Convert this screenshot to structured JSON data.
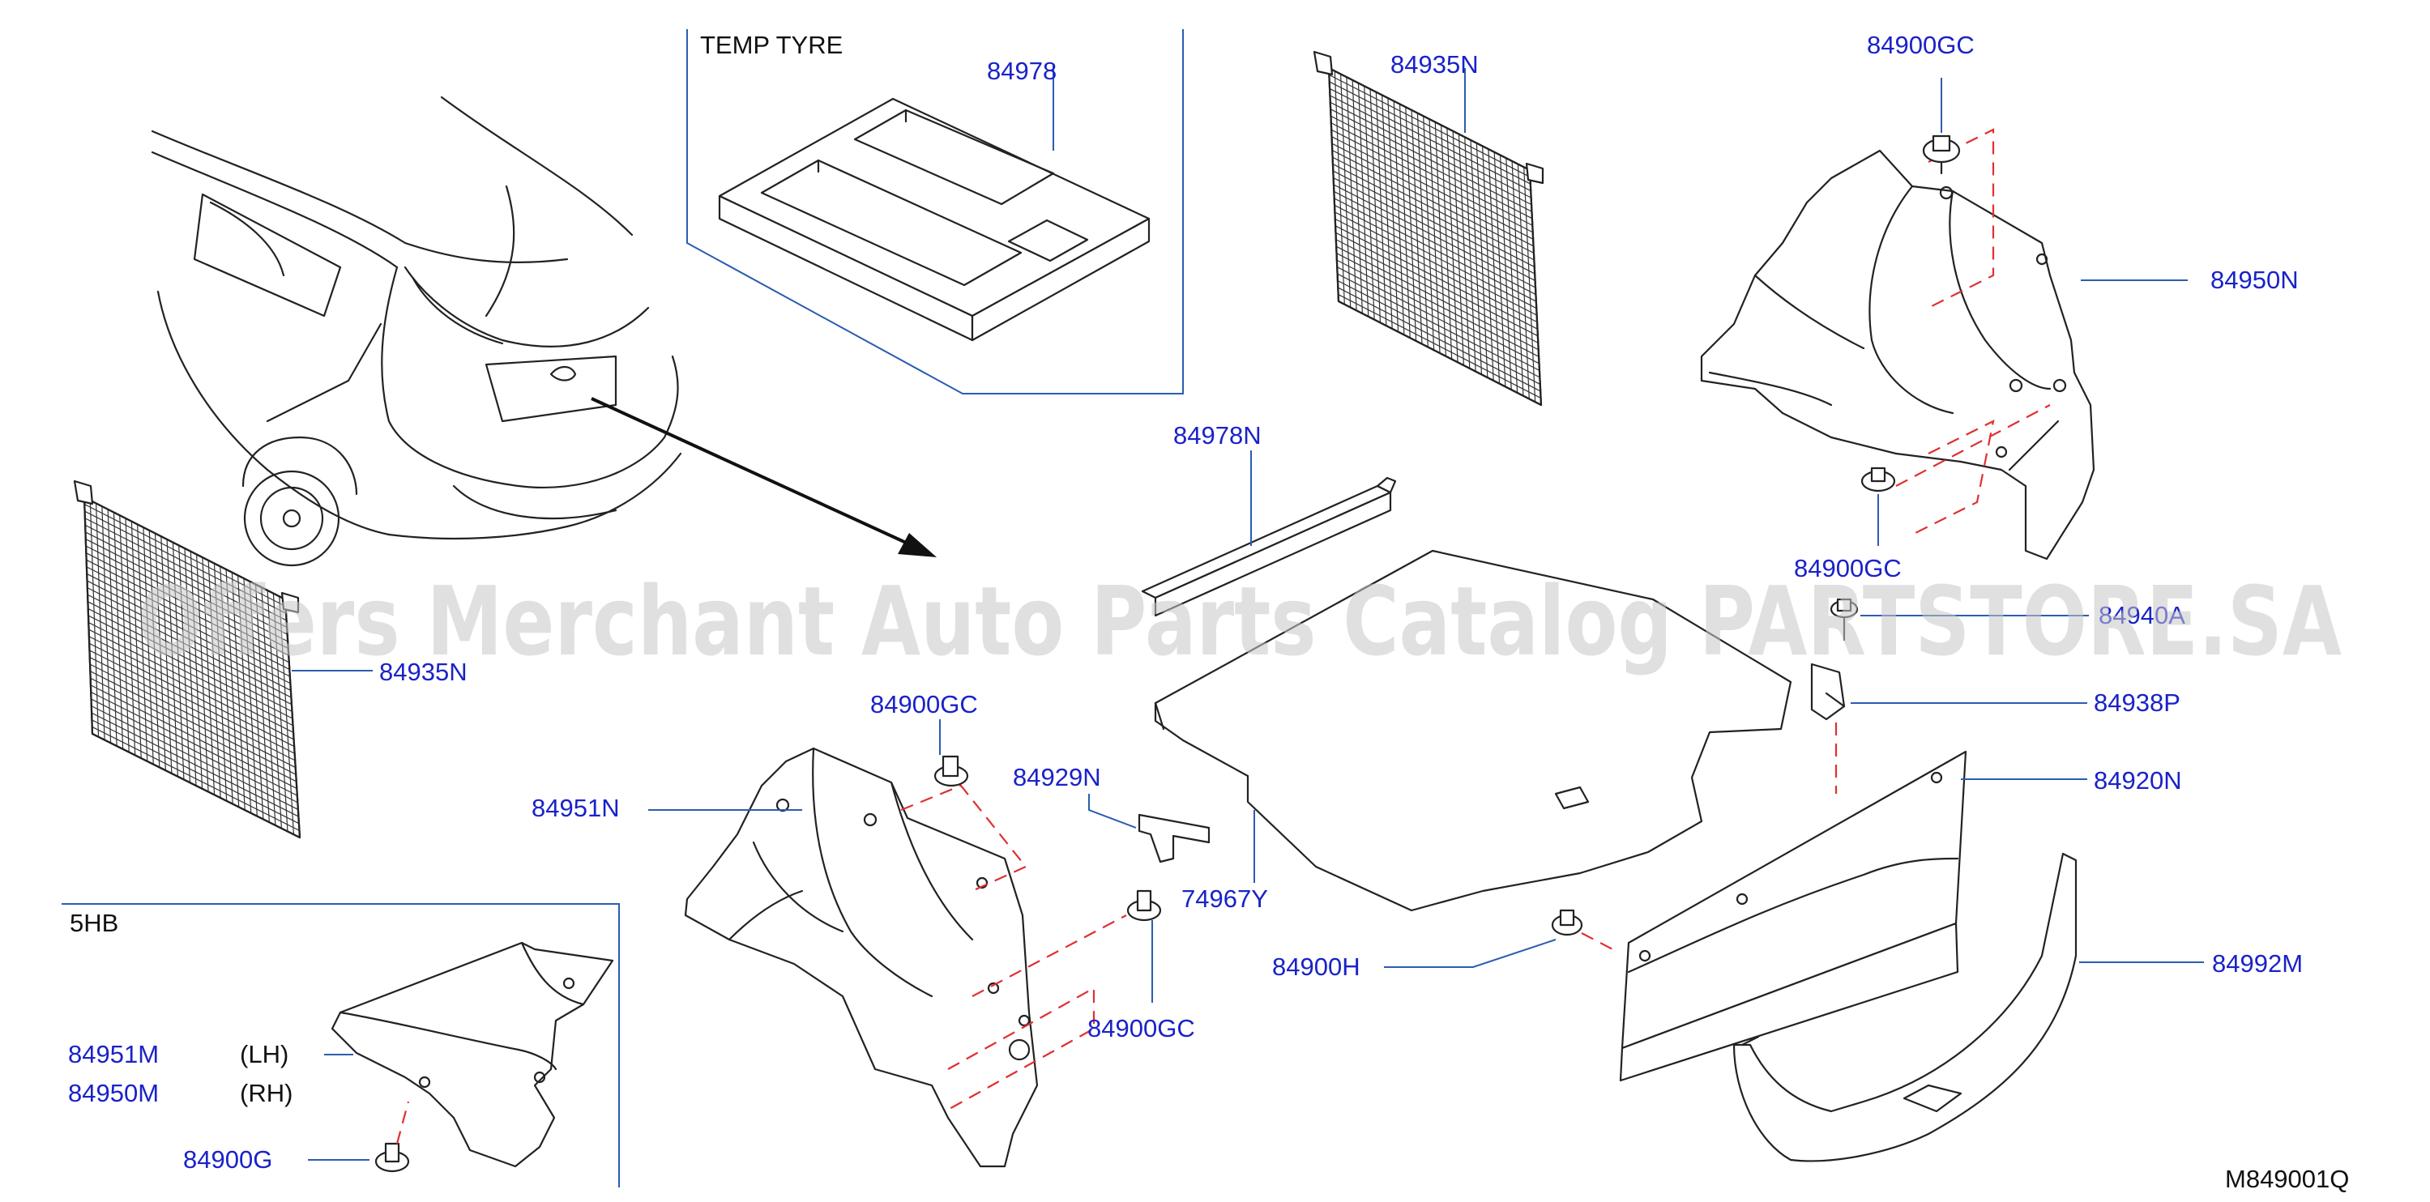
{
  "watermark": "Offers Merchant Auto Parts Catalog PARTSTORE.SA",
  "diagram_id": "M849001Q",
  "boxes": {
    "temp_tyre": "TEMP   TYRE",
    "five_hb": "5HB"
  },
  "parts": [
    {
      "id": "84978",
      "label": "84978"
    },
    {
      "id": "84935N-top",
      "label": "84935N"
    },
    {
      "id": "84900GC-top",
      "label": "84900GC"
    },
    {
      "id": "84950N",
      "label": "84950N"
    },
    {
      "id": "84978N",
      "label": "84978N"
    },
    {
      "id": "84900GC-right",
      "label": "84900GC"
    },
    {
      "id": "84940A",
      "label": "84940A"
    },
    {
      "id": "84935N-left",
      "label": "84935N"
    },
    {
      "id": "84938P",
      "label": "84938P"
    },
    {
      "id": "84900GC-mid",
      "label": "84900GC"
    },
    {
      "id": "84929N",
      "label": "84929N"
    },
    {
      "id": "84920N",
      "label": "84920N"
    },
    {
      "id": "84951N",
      "label": "84951N"
    },
    {
      "id": "74967Y",
      "label": "74967Y"
    },
    {
      "id": "84900H",
      "label": "84900H"
    },
    {
      "id": "84992M",
      "label": "84992M"
    },
    {
      "id": "84900GC-bottom",
      "label": "84900GC"
    },
    {
      "id": "84951M",
      "label": "84951M"
    },
    {
      "id": "84950M",
      "label": "84950M"
    },
    {
      "id": "84900G",
      "label": "84900G"
    }
  ],
  "side_labels": {
    "lh": "(LH)",
    "rh": "(RH)"
  },
  "icons": {
    "arrow": "arrow-pointer-icon"
  },
  "colors": {
    "part_number": "#1a22c8",
    "leader_line": "#2a5db0",
    "dashed_guide": "#e03030",
    "drawing": "#222222"
  }
}
